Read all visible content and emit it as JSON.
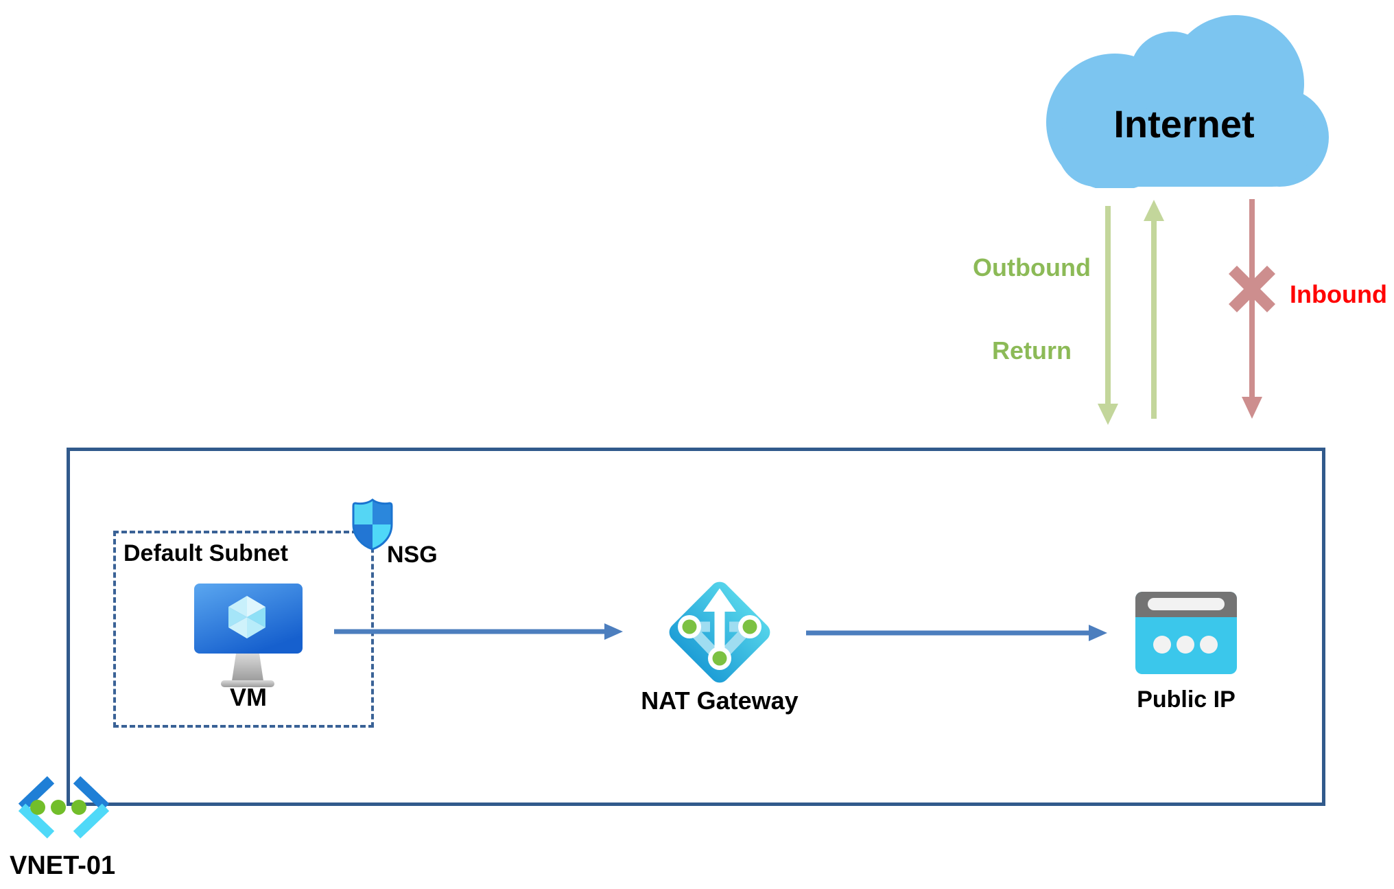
{
  "internet": {
    "label": "Internet",
    "cloud_color": "#7CC5F0"
  },
  "flows": {
    "outbound": {
      "label": "Outbound",
      "direction": "down",
      "arrow_color": "#C3D69B",
      "label_color": "#8CBA57"
    },
    "return": {
      "label": "Return",
      "direction": "up",
      "arrow_color": "#C3D69B",
      "label_color": "#8CBA57"
    },
    "inbound": {
      "label": "Inbound",
      "direction": "down",
      "blocked": true,
      "arrow_color": "#CD8E8E",
      "label_color": "#FF0000"
    }
  },
  "vnet": {
    "label": "VNET-01",
    "border_color": "#315A8C",
    "icon": "virtual-network-icon"
  },
  "subnet": {
    "label": "Default Subnet",
    "border_color": "#3A6296"
  },
  "nsg": {
    "label": "NSG",
    "icon": "shield-icon"
  },
  "vm": {
    "label": "VM",
    "icon": "virtual-machine-icon"
  },
  "nat_gateway": {
    "label": "NAT Gateway",
    "icon": "nat-gateway-icon"
  },
  "public_ip": {
    "label": "Public IP",
    "icon": "public-ip-icon"
  },
  "connections": [
    {
      "from": "VM",
      "to": "NAT Gateway",
      "color": "#4C7EBE"
    },
    {
      "from": "NAT Gateway",
      "to": "Public IP",
      "color": "#4C7EBE"
    }
  ]
}
